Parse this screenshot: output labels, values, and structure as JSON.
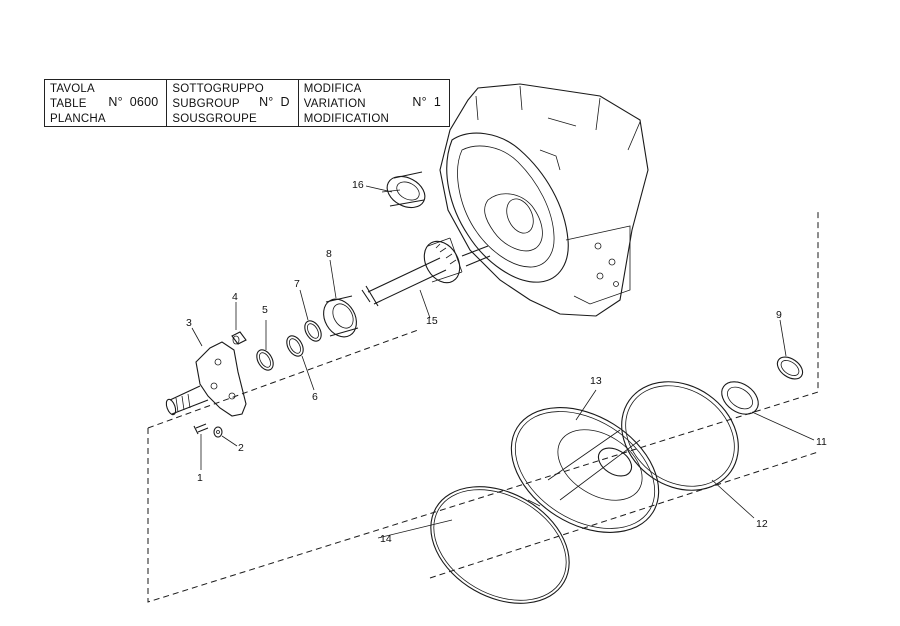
{
  "header": {
    "tavola": {
      "labels": [
        "TAVOLA",
        "TABLE",
        "PLANCHA"
      ],
      "prefix": "N°",
      "value": "0600"
    },
    "sottogruppo": {
      "labels": [
        "SOTTOGRUPPO",
        "SUBGROUP",
        "SOUSGROUPE"
      ],
      "prefix": "N°",
      "value": "D"
    },
    "modifica": {
      "labels": [
        "MODIFICA",
        "VARIATION",
        "MODIFICATION"
      ],
      "prefix": "N°",
      "value": "1"
    }
  },
  "callouts": [
    "1",
    "2",
    "3",
    "4",
    "5",
    "6",
    "7",
    "8",
    "9",
    "11",
    "12",
    "13",
    "14",
    "15",
    "16"
  ]
}
